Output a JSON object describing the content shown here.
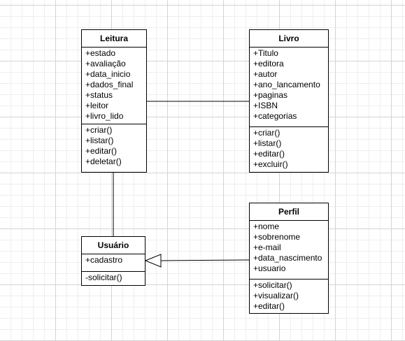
{
  "diagram": {
    "classes": [
      {
        "id": "leitura",
        "name": "Leitura",
        "attributes": [
          "+estado",
          "+avaliação",
          "+data_inicio",
          "+dados_final",
          "+status",
          "+leitor",
          "+livro_lido"
        ],
        "methods": [
          "+criar()",
          "+listar()",
          "+editar()",
          "+deletar()"
        ]
      },
      {
        "id": "livro",
        "name": "Livro",
        "attributes": [
          "+Titulo",
          "+editora",
          "+autor",
          "+ano_lancamento",
          "+paginas",
          "+ISBN",
          "+categorias"
        ],
        "methods": [
          "+criar()",
          "+listar()",
          "+editar()",
          "+excluir()"
        ]
      },
      {
        "id": "usuario",
        "name": "Usuário",
        "attributes": [
          "+cadastro"
        ],
        "methods": [
          "-solicitar()"
        ]
      },
      {
        "id": "perfil",
        "name": "Perfil",
        "attributes": [
          "+nome",
          "+sobrenome",
          "+e-mail",
          "+data_nascimento",
          "+usuario"
        ],
        "methods": [
          "+solicitar()",
          "+visualizar()",
          "+editar()"
        ]
      }
    ],
    "relations": [
      {
        "from": "leitura",
        "to": "livro",
        "type": "association"
      },
      {
        "from": "leitura",
        "to": "usuario",
        "type": "association"
      },
      {
        "from": "perfil",
        "to": "usuario",
        "type": "generalization"
      }
    ],
    "colors": {
      "line": "#000000",
      "box_fill": "#ffffff",
      "grid": "#d4d4d4"
    }
  }
}
